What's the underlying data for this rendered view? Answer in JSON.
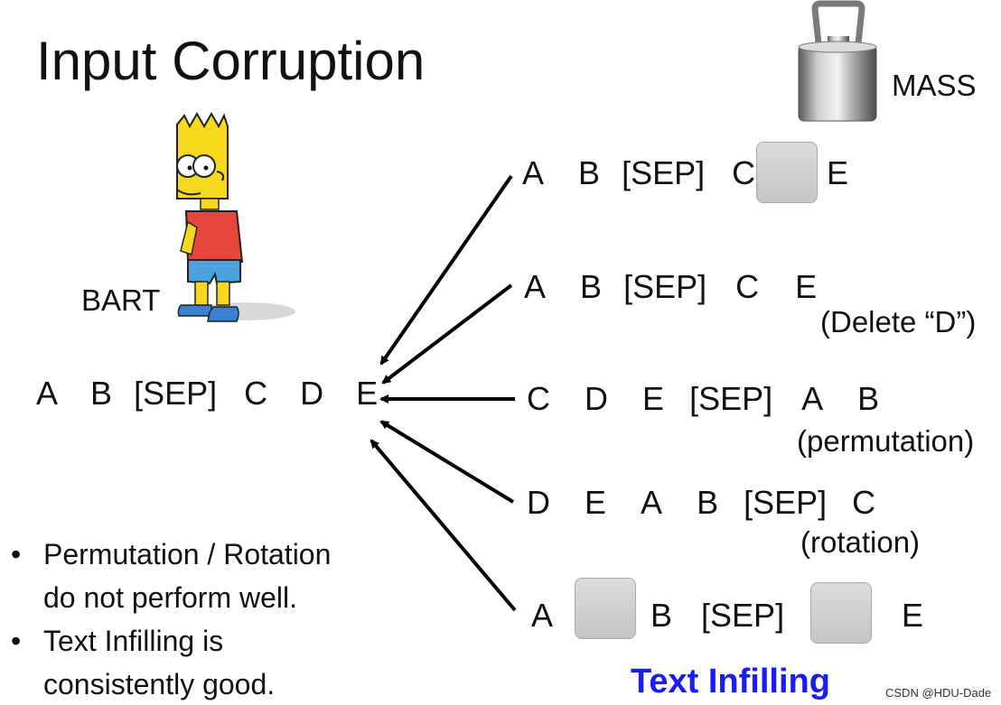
{
  "title": "Input Corruption",
  "bart_label": "BART",
  "mass_label": "MASS",
  "original_sequence": [
    "A",
    "B",
    "[SEP]",
    "C",
    "D",
    "E"
  ],
  "corruptions": [
    {
      "tokens": [
        "A",
        "B",
        "[SEP]",
        "C",
        "",
        "E"
      ]
    },
    {
      "tokens": [
        "A",
        "B",
        "[SEP]",
        "C",
        "E"
      ],
      "note": "(Delete “D”)"
    },
    {
      "tokens": [
        "C",
        "D",
        "E",
        "[SEP]",
        "A",
        "B"
      ],
      "note": "(permutation)"
    },
    {
      "tokens": [
        "D",
        "E",
        "A",
        "B",
        "[SEP]",
        "C"
      ],
      "note": "(rotation)"
    },
    {
      "tokens": [
        "A",
        "",
        "B",
        "[SEP]",
        "",
        "E"
      ],
      "caption": "Text Infilling"
    }
  ],
  "bullets": [
    {
      "line1": "Permutation / Rotation",
      "line2": "do not perform well."
    },
    {
      "line1": "Text Infilling  is",
      "line2": "consistently good."
    }
  ],
  "bullet_glyph": "•",
  "watermark": "CSDN @HDU-Dade",
  "colors": {
    "text": "#111111",
    "accent": "#1a1aff",
    "mask_fill": "#cfcfcf",
    "arrow": "#000000"
  },
  "icons": [
    "bart-simpson-icon",
    "mass-weight-icon"
  ]
}
